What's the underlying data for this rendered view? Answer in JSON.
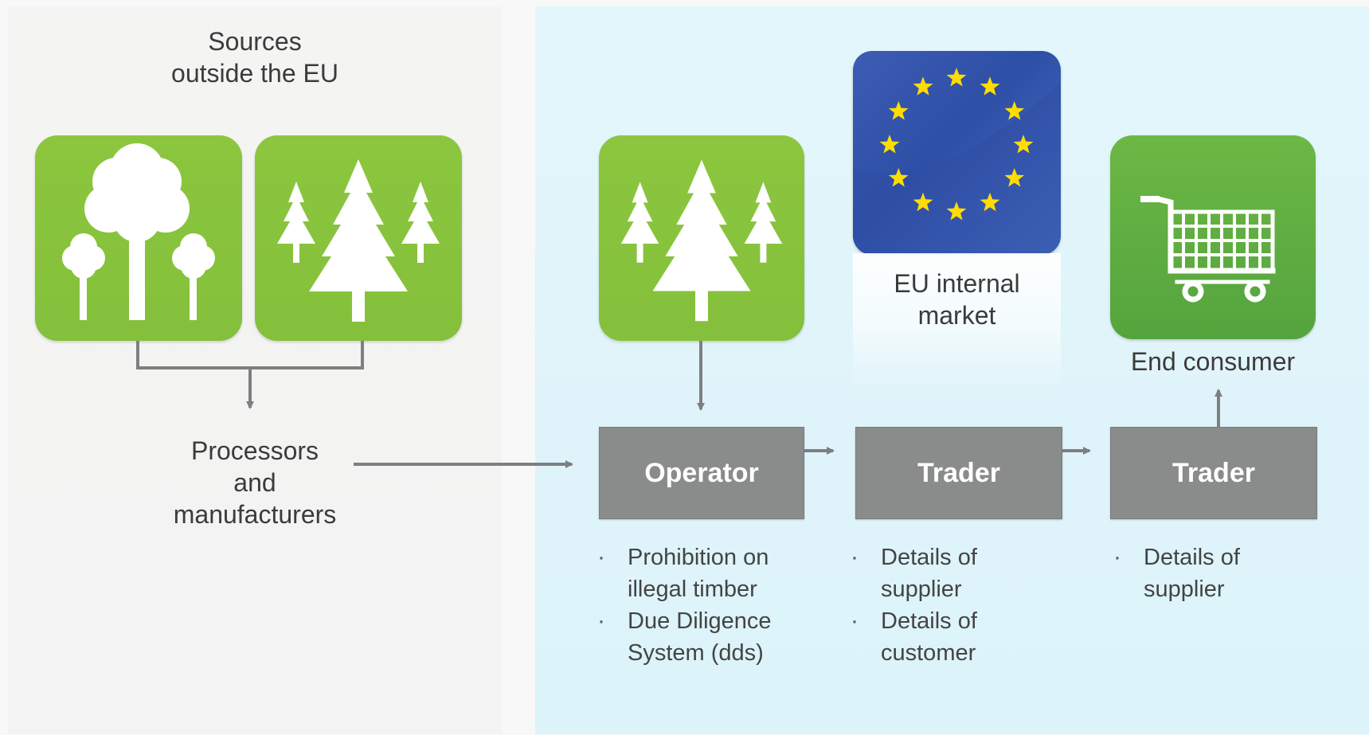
{
  "sources_title": "Sources\noutside the EU",
  "processors_label": "Processors\nand\nmanufacturers",
  "eu_market_label": "EU internal\nmarket",
  "end_consumer_label": "End consumer",
  "boxes": {
    "operator": "Operator",
    "trader1": "Trader",
    "trader2": "Trader"
  },
  "operator_items": [
    "Prohibition on\nillegal timber",
    "Due Diligence\nSystem (dds)"
  ],
  "trader1_items": [
    "Details of\nsupplier",
    "Details of\ncustomer"
  ],
  "trader2_items": [
    "Details of\nsupplier"
  ],
  "colors": {
    "green": "#8cc63f",
    "dark_green": "#5aaa40",
    "eu_blue": "#3a57b0",
    "star_yellow": "#ffdd00",
    "box_grey": "#8a8b8b",
    "arrow_grey": "#7d7f80",
    "right_bg": "#e0f5fb"
  },
  "icons": [
    "deciduous-trees-icon",
    "conifer-trees-icon",
    "eu-flag-icon",
    "shopping-cart-icon"
  ]
}
